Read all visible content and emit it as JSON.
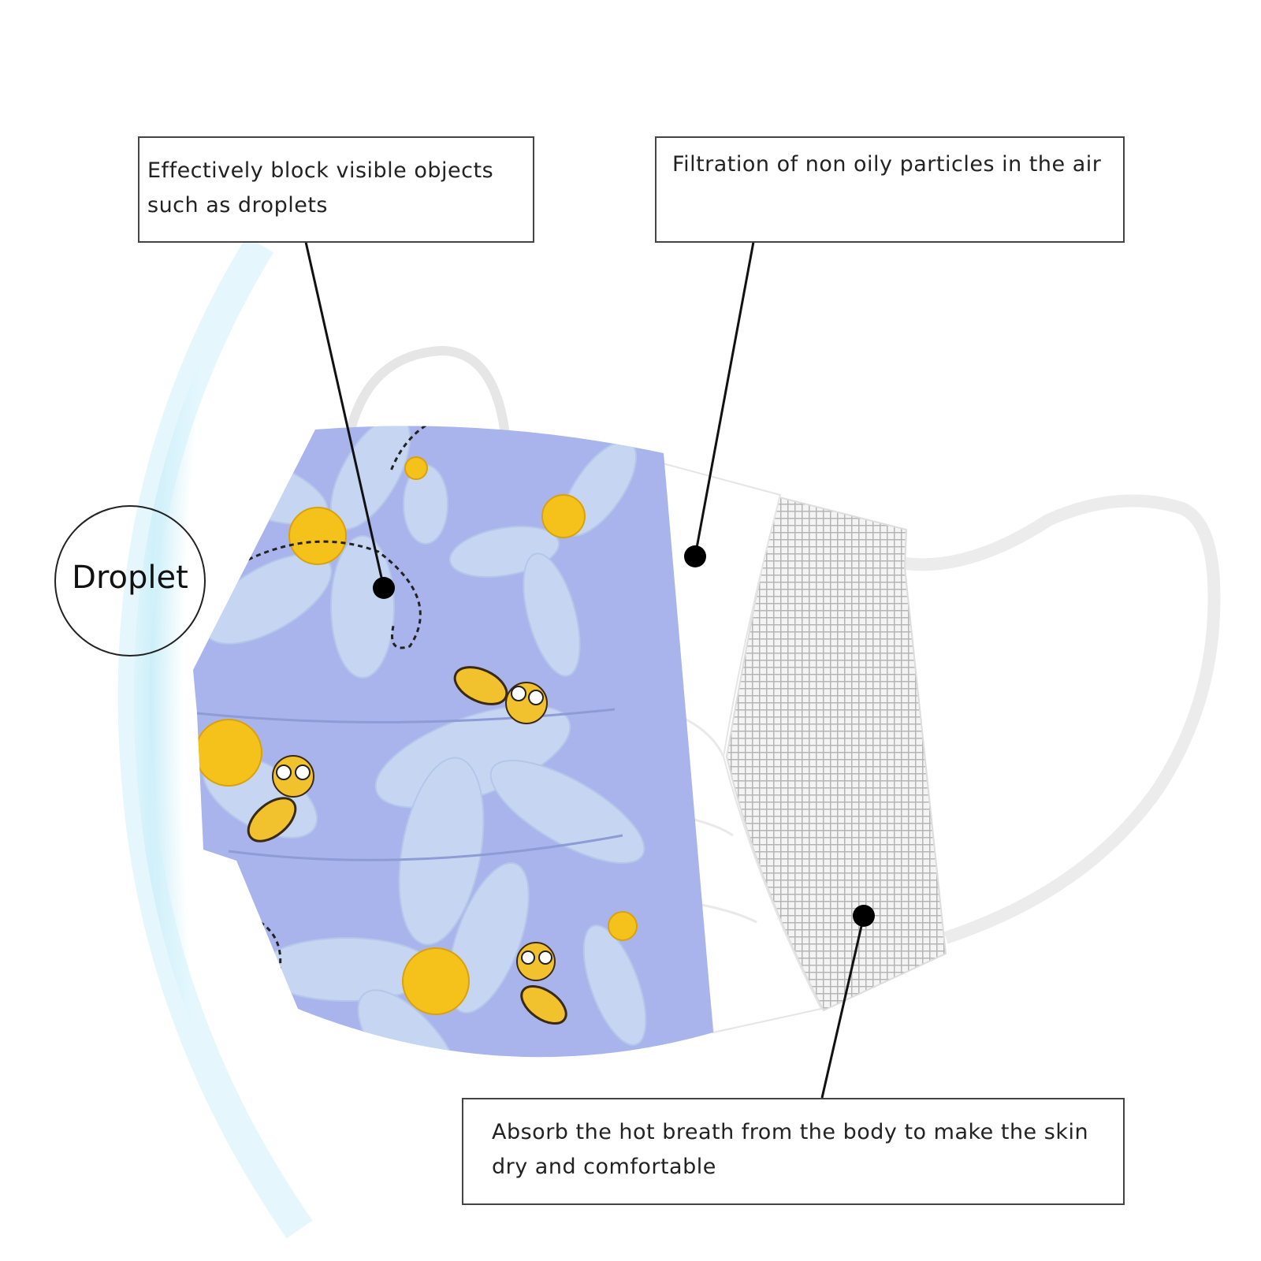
{
  "callouts": {
    "outer_layer": "Effectively block visible objects such as droplets",
    "middle_layer": "Filtration of non oily particles in the air",
    "inner_layer": "Absorb the hot breath from the body to make the skin dry and comfortable"
  },
  "droplet_label": "Droplet",
  "colors": {
    "mask_blue": "#aab4ec",
    "petal": "#c6d6f2",
    "flower_center": "#f5c21b",
    "shield": "#bfe9f7",
    "mesh": "#cfcfcf"
  }
}
